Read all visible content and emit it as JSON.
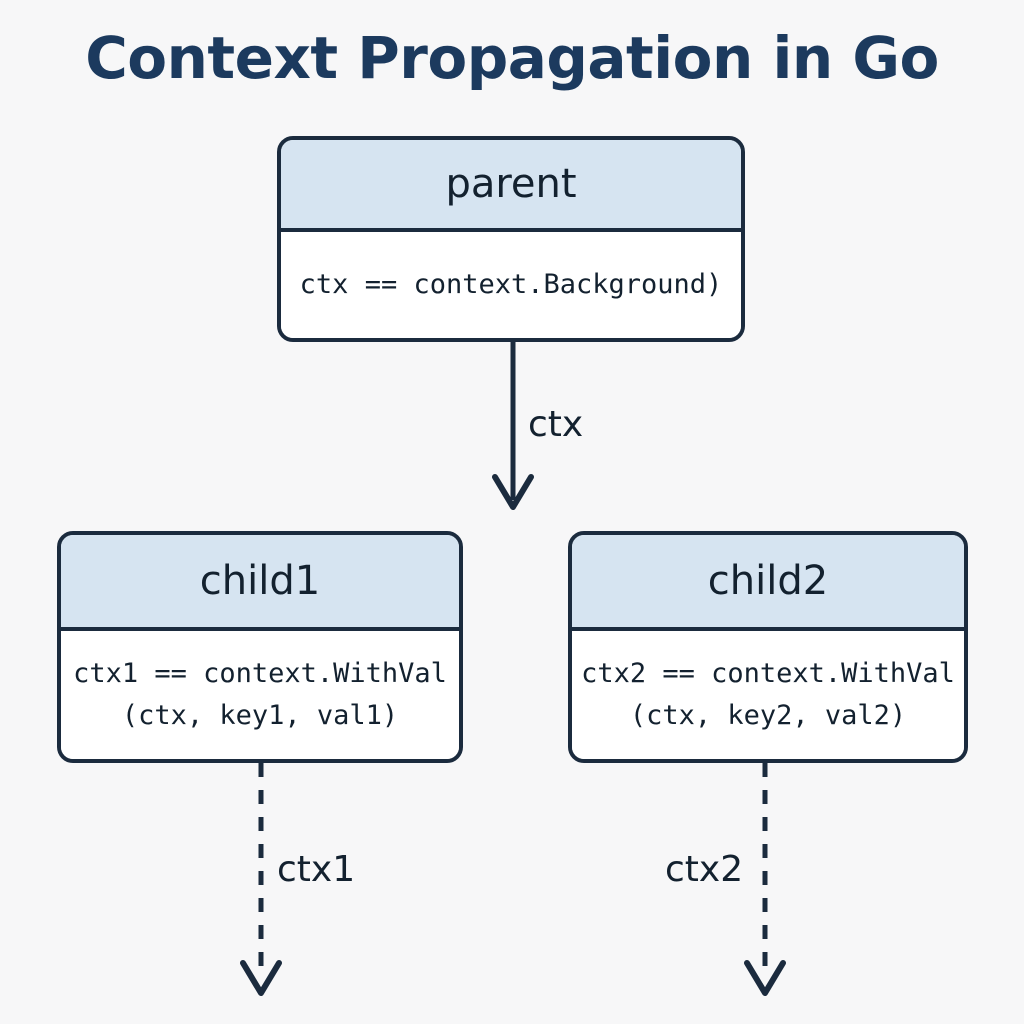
{
  "title": "Context Propagation in Go",
  "theme": {
    "background": "#f7f7f8",
    "title_color": "#1c3a5e",
    "node_border": "#1b2b3e",
    "node_header_fill": "#d6e4f1",
    "node_body_fill": "#ffffff",
    "text_color": "#13212f",
    "edge_color": "#1b2b3e"
  },
  "nodes": [
    {
      "id": "parent",
      "header": "parent",
      "body_lines": [
        "ctx == context.Background)"
      ]
    },
    {
      "id": "child1",
      "header": "child1",
      "body_lines": [
        "ctx1 == context.WithVal",
        "(ctx, key1, val1)"
      ]
    },
    {
      "id": "child2",
      "header": "child2",
      "body_lines": [
        "ctx2 == context.WithVal",
        "(ctx, key2, val2)"
      ]
    }
  ],
  "edges": [
    {
      "id": "parent-to-children",
      "label": "ctx",
      "style": "solid",
      "from": "parent",
      "to": "children"
    },
    {
      "id": "child1-out",
      "label": "ctx1",
      "style": "dashed",
      "from": "child1",
      "to": ""
    },
    {
      "id": "child2-out",
      "label": "ctx2",
      "style": "dashed",
      "from": "child2",
      "to": ""
    }
  ]
}
